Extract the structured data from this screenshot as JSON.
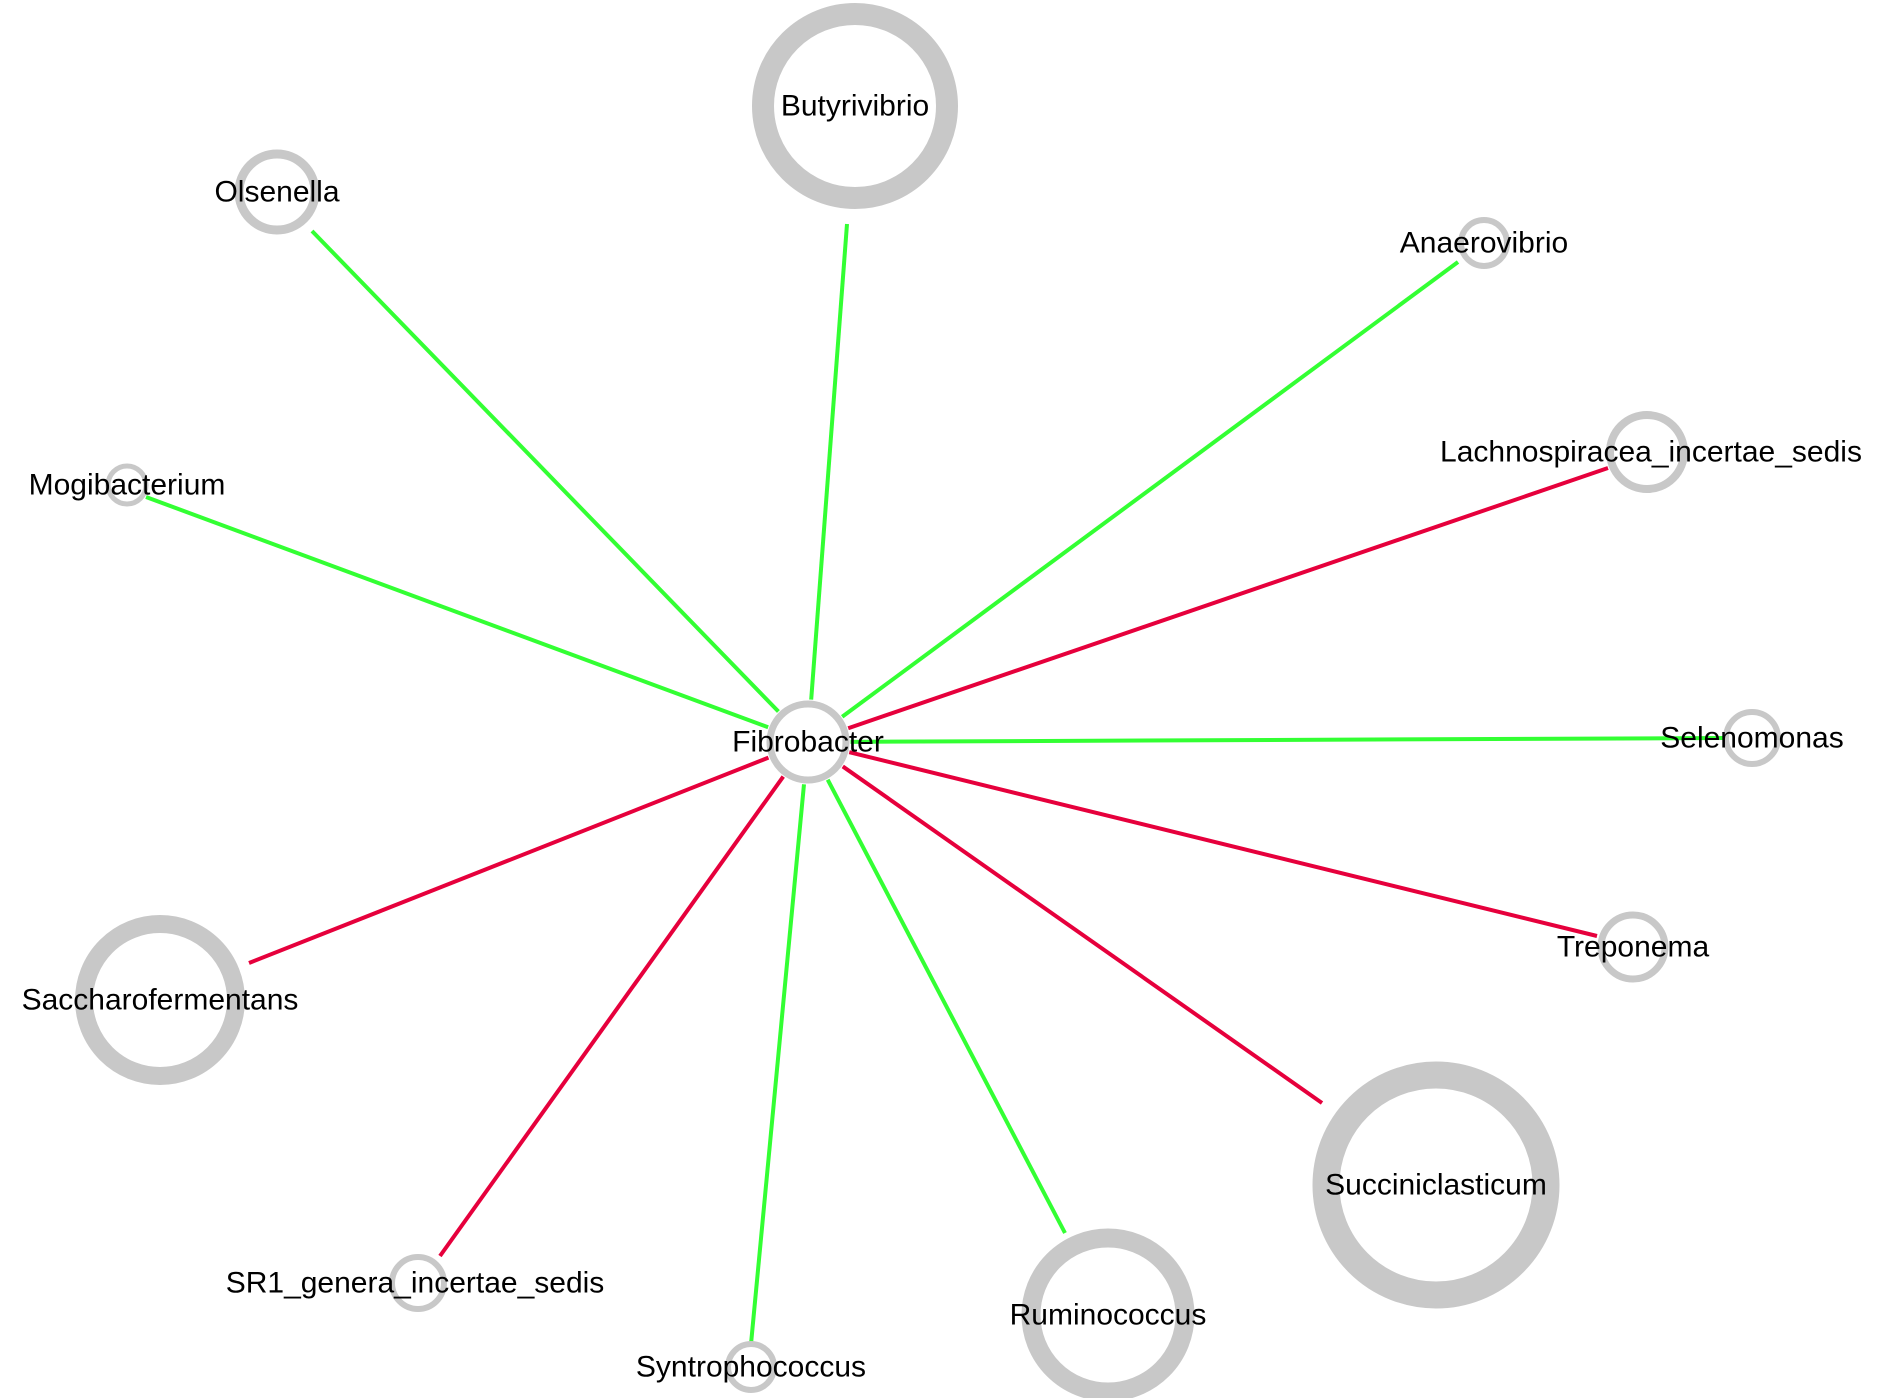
{
  "colors": {
    "positive_edge": "#33ff33",
    "negative_edge": "#e6003c",
    "node_ring": "#c8c8c8",
    "background": "#ffffff",
    "label": "#000000"
  },
  "hub": {
    "label": "Fibrobacter"
  },
  "nodes": [
    {
      "label": "Butyrivibrio",
      "edge": "positive"
    },
    {
      "label": "Olsenella",
      "edge": "positive"
    },
    {
      "label": "Anaerovibrio",
      "edge": "positive"
    },
    {
      "label": "Lachnospiracea_incertae_sedis",
      "edge": "negative"
    },
    {
      "label": "Mogibacterium",
      "edge": "positive"
    },
    {
      "label": "Selenomonas",
      "edge": "positive"
    },
    {
      "label": "Treponema",
      "edge": "negative"
    },
    {
      "label": "Saccharofermentans",
      "edge": "negative"
    },
    {
      "label": "Succiniclasticum",
      "edge": "negative"
    },
    {
      "label": "SR1_genera_incertae_sedis",
      "edge": "negative"
    },
    {
      "label": "Ruminococcus",
      "edge": "positive"
    },
    {
      "label": "Syntrophococcus",
      "edge": "positive"
    }
  ]
}
